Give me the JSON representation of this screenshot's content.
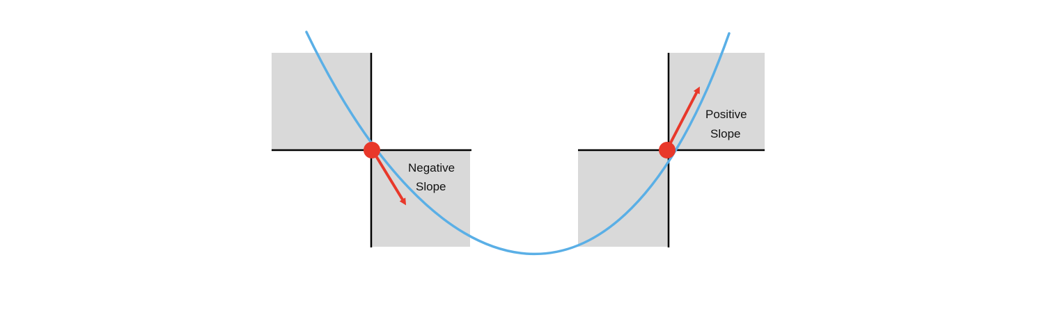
{
  "diagram": {
    "left_point": {
      "label_line1": "Negative",
      "label_line2": "Slope"
    },
    "right_point": {
      "label_line1": "Positive",
      "label_line2": "Slope"
    }
  },
  "colors": {
    "curve": "#5aafe6",
    "arrow": "#e8382a",
    "quadrant_fill": "#d9d9d9",
    "axis": "#000000",
    "background": "#ffffff"
  }
}
